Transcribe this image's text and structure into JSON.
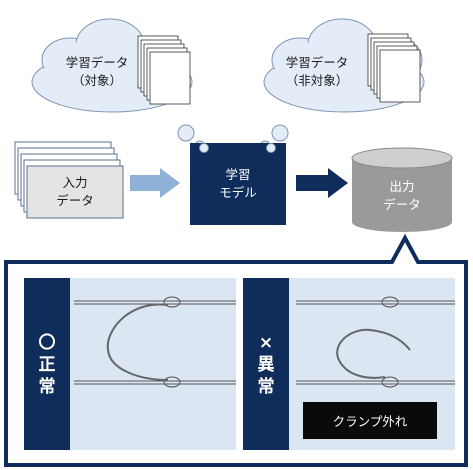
{
  "clouds": {
    "target": {
      "line1": "学習データ",
      "line2": "（対象）"
    },
    "non_target": {
      "line1": "学習データ",
      "line2": "（非対象）"
    }
  },
  "input_box": {
    "line1": "入力",
    "line2": "データ"
  },
  "model_box": {
    "line1": "学習",
    "line2": "モデル"
  },
  "output_box": {
    "line1": "出力",
    "line2": "データ"
  },
  "panels": {
    "normal": {
      "label": "〇正常"
    },
    "abnormal": {
      "label": "×異常",
      "error": "クランプ外れ"
    }
  },
  "colors": {
    "navy": "#0f2d5a",
    "light_blue_panel": "#dbe6f3",
    "arrow_light": "#8fb1d8",
    "arrow_dark": "#0f2d5a",
    "cylinder": "#9a9a9a",
    "cloud": "#e3ecf7"
  }
}
